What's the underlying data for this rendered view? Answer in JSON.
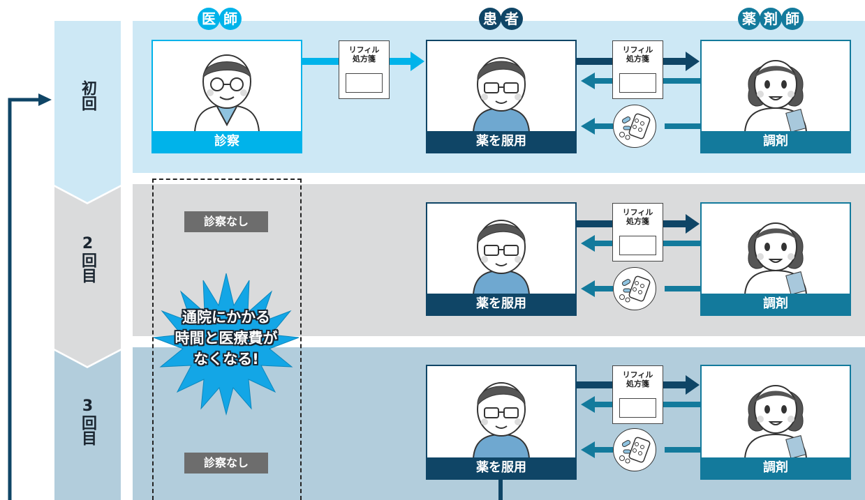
{
  "headers": {
    "doctor": [
      "医",
      "師"
    ],
    "patient": [
      "患",
      "者"
    ],
    "pharmacist": [
      "薬",
      "剤",
      "師"
    ]
  },
  "stages": {
    "first": "初回",
    "second": "2回目",
    "third": "3回目"
  },
  "cards": {
    "doctor_caption": "診察",
    "patient_caption": "薬を服用",
    "pharmacist_caption": "調剤"
  },
  "prescription": {
    "line1": "リフィル",
    "line2": "処方箋"
  },
  "no_exam": "診察なし",
  "burst": {
    "line1": "通院にかかる",
    "line2": "時間と医療費が",
    "line3": "なくなる!"
  },
  "colors": {
    "doctor": "#00b3ea",
    "patient": "#0f4566",
    "pharmacist": "#137a9c",
    "band1": "#cde8f5",
    "band2": "#dadbdc",
    "band3": "#b2cddc"
  },
  "icons": [
    "doctor-illustration",
    "patient-illustration",
    "pharmacist-illustration",
    "pills-icon"
  ]
}
